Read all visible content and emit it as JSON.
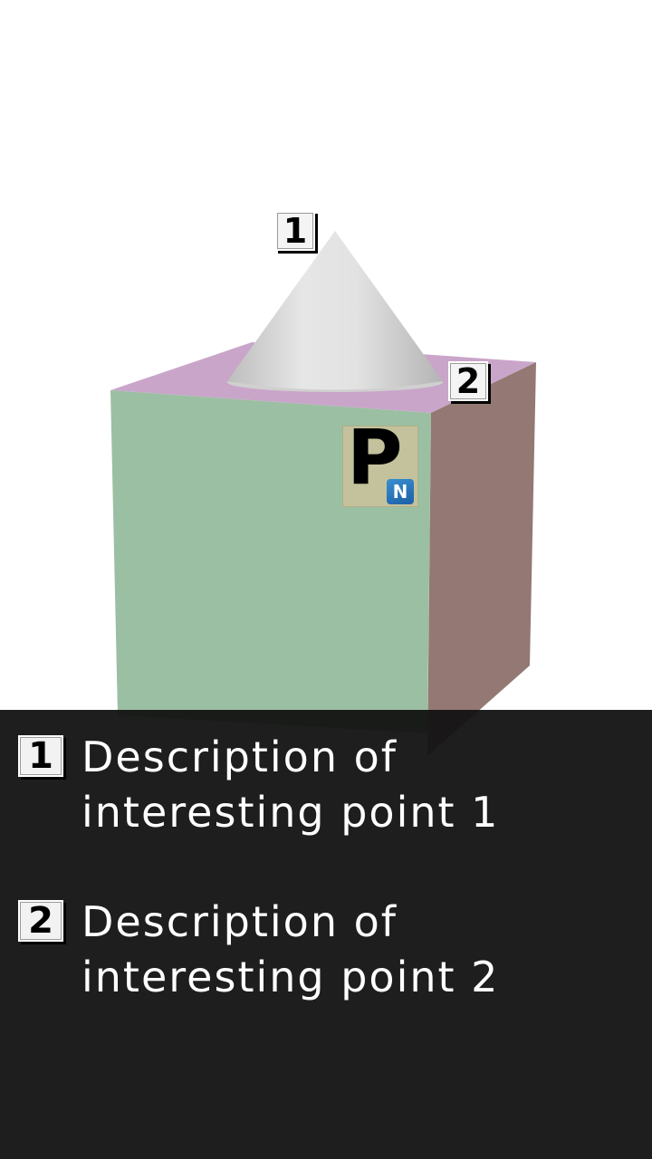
{
  "markers": [
    {
      "label": "1"
    },
    {
      "label": "2"
    }
  ],
  "tag": {
    "letter": "P",
    "badge_icon": "nfc-n-icon",
    "badge_glyph": "N"
  },
  "colors": {
    "cube_front": "#9bbfa3",
    "cube_side": "#937874",
    "cube_top": "#c9a6c9",
    "cone": "#d8d8d8",
    "panel": "#1b1b1b",
    "panel_text": "#ffffff"
  },
  "info": {
    "items": [
      {
        "marker": "1",
        "description": "Description of interesting point 1"
      },
      {
        "marker": "2",
        "description": "Description of interesting point 2"
      }
    ]
  }
}
